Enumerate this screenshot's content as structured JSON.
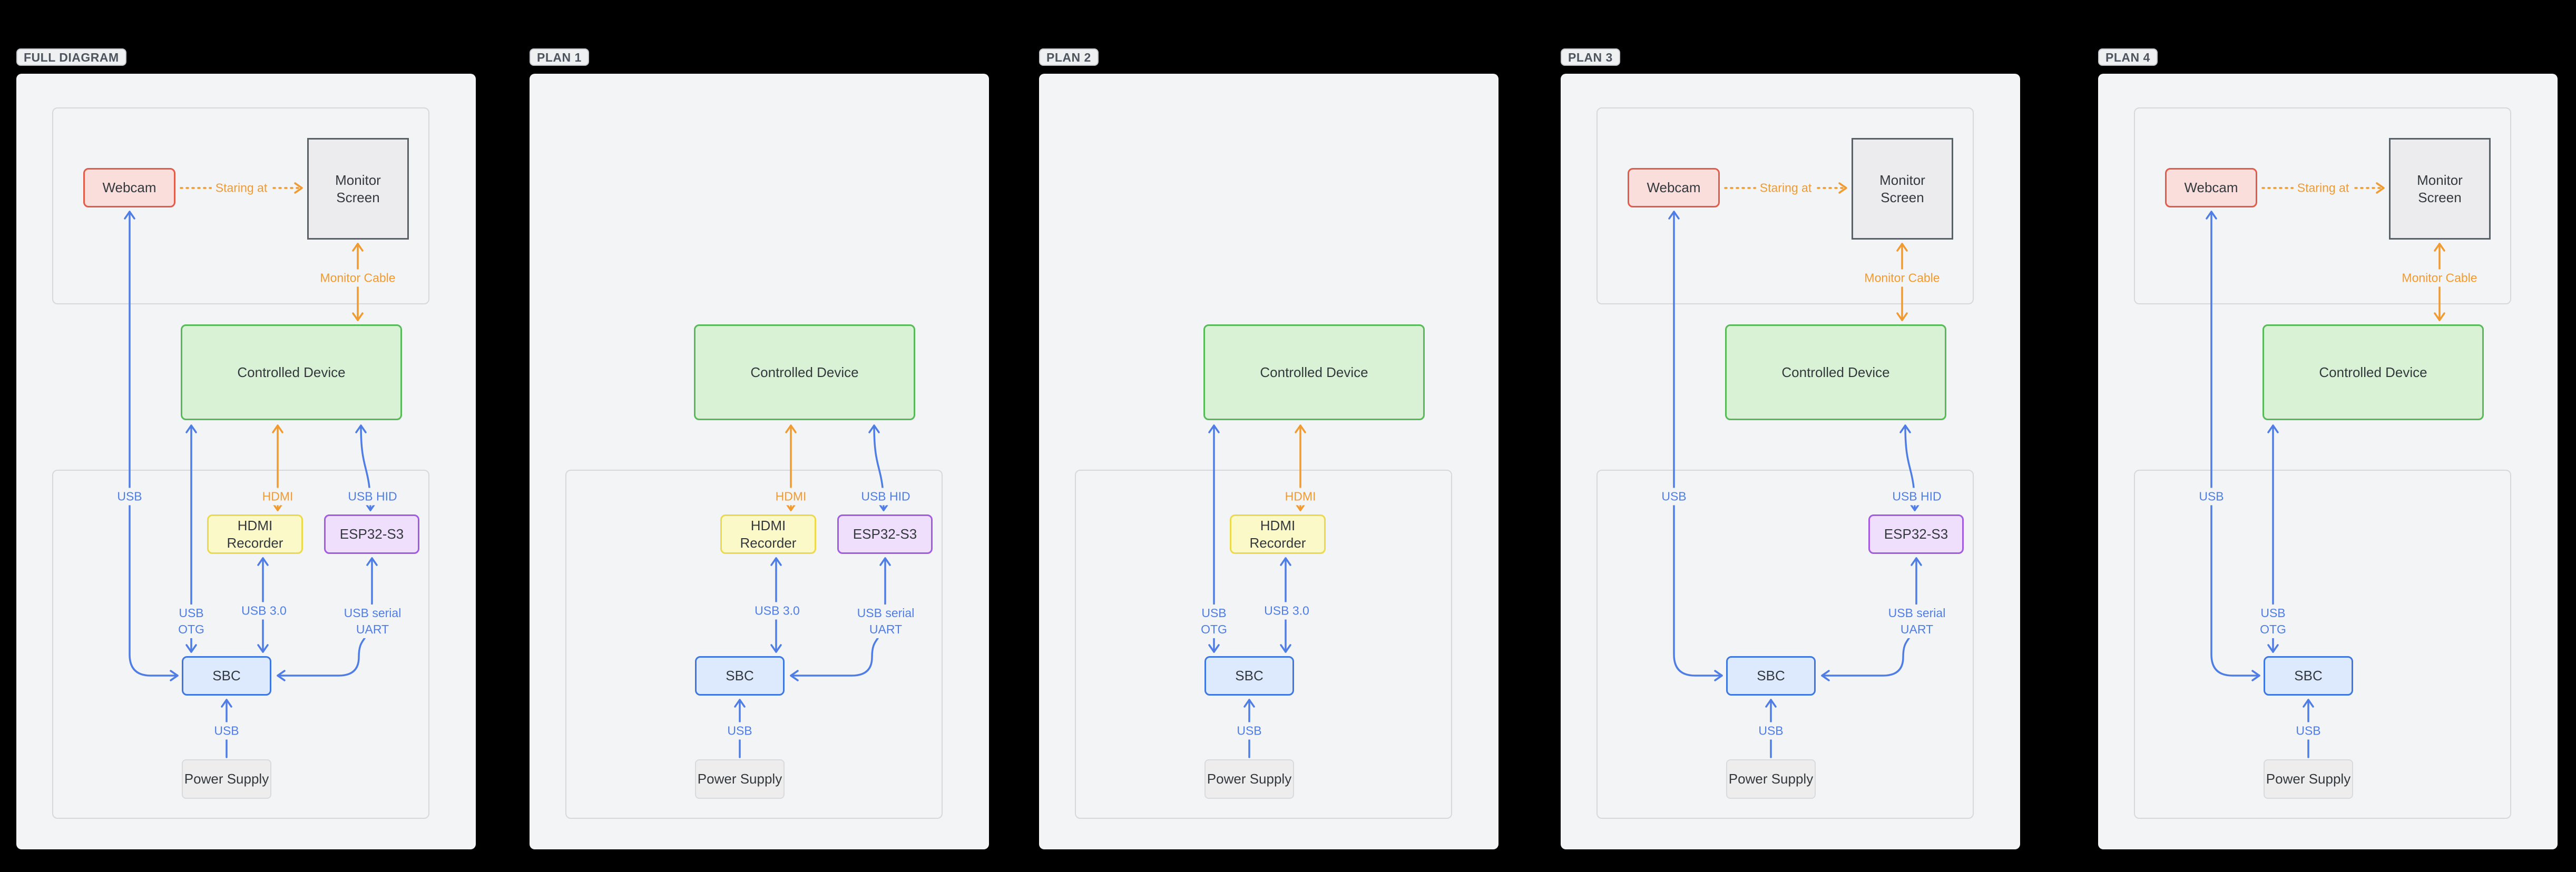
{
  "colors": {
    "background": "#000000",
    "panel_bg": "#f3f4f6",
    "group_border": "#d6d8db",
    "blue": "#4f7de6",
    "orange": "#f09a30",
    "node_text": "#33383d",
    "tag_bg": "#eff0f1",
    "tag_border": "#c5c8cc",
    "tag_text": "#4e555e",
    "webcam_fill": "#fadedc",
    "webcam_border": "#e25c4b",
    "monitor_fill": "#ececee",
    "monitor_border": "#596066",
    "controlled_fill": "#d9f2d5",
    "controlled_border": "#57b957",
    "recorder_fill": "#fcf9c9",
    "recorder_border": "#ecd94e",
    "esp32_fill": "#efdffc",
    "esp32_border": "#a35ce0",
    "sbc_fill": "#dde9fd",
    "sbc_border": "#3e77e0",
    "power_fill": "#ededee",
    "power_border": "#d9dadc"
  },
  "node_labels": {
    "webcam": "Webcam",
    "monitor": "Monitor Screen",
    "controlled": "Controlled Device",
    "recorder": "HDMI Recorder",
    "esp32": "ESP32-S3",
    "sbc": "SBC",
    "power": "Power Supply"
  },
  "edge_labels": {
    "staring": "Staring at",
    "monitor_cable": "Monitor Cable",
    "usb_webcam": "USB",
    "usb_otg": "USB OTG",
    "hdmi": "HDMI",
    "usb_hid": "USB HID",
    "usb3": "USB 3.0",
    "uart": "USB serial UART",
    "usb_power": "USB"
  },
  "panels": [
    {
      "tag": "FULL DIAGRAM",
      "show": {
        "top_group": true,
        "lower_group": true,
        "webcam": true,
        "monitor": true,
        "controlled": true,
        "recorder": true,
        "esp32": true,
        "sbc": true,
        "power": true,
        "staring": true,
        "monitor_cable": true,
        "usb_webcam": true,
        "usb_otg": true,
        "hdmi": true,
        "usb_hid": true,
        "usb3": true,
        "uart": true,
        "usb_power": true
      }
    },
    {
      "tag": "PLAN 1",
      "show": {
        "top_group": false,
        "lower_group": true,
        "webcam": false,
        "monitor": false,
        "controlled": true,
        "recorder": true,
        "esp32": true,
        "sbc": true,
        "power": true,
        "staring": false,
        "monitor_cable": false,
        "usb_webcam": false,
        "usb_otg": false,
        "hdmi": true,
        "usb_hid": true,
        "usb3": true,
        "uart": true,
        "usb_power": true
      }
    },
    {
      "tag": "PLAN 2",
      "show": {
        "top_group": false,
        "lower_group": true,
        "webcam": false,
        "monitor": false,
        "controlled": true,
        "recorder": true,
        "esp32": false,
        "sbc": true,
        "power": true,
        "staring": false,
        "monitor_cable": false,
        "usb_webcam": false,
        "usb_otg": true,
        "hdmi": true,
        "usb_hid": false,
        "usb3": true,
        "uart": false,
        "usb_power": true
      }
    },
    {
      "tag": "PLAN 3",
      "show": {
        "top_group": true,
        "lower_group": true,
        "webcam": true,
        "monitor": true,
        "controlled": true,
        "recorder": false,
        "esp32": true,
        "sbc": true,
        "power": true,
        "staring": true,
        "monitor_cable": true,
        "usb_webcam": true,
        "usb_otg": false,
        "hdmi": false,
        "usb_hid": true,
        "usb3": false,
        "uart": true,
        "usb_power": true
      }
    },
    {
      "tag": "PLAN 4",
      "show": {
        "top_group": true,
        "lower_group": true,
        "webcam": true,
        "monitor": true,
        "controlled": true,
        "recorder": false,
        "esp32": false,
        "sbc": true,
        "power": true,
        "staring": true,
        "monitor_cable": true,
        "usb_webcam": true,
        "usb_otg": true,
        "hdmi": false,
        "usb_hid": false,
        "usb3": false,
        "uart": false,
        "usb_power": true
      }
    }
  ]
}
